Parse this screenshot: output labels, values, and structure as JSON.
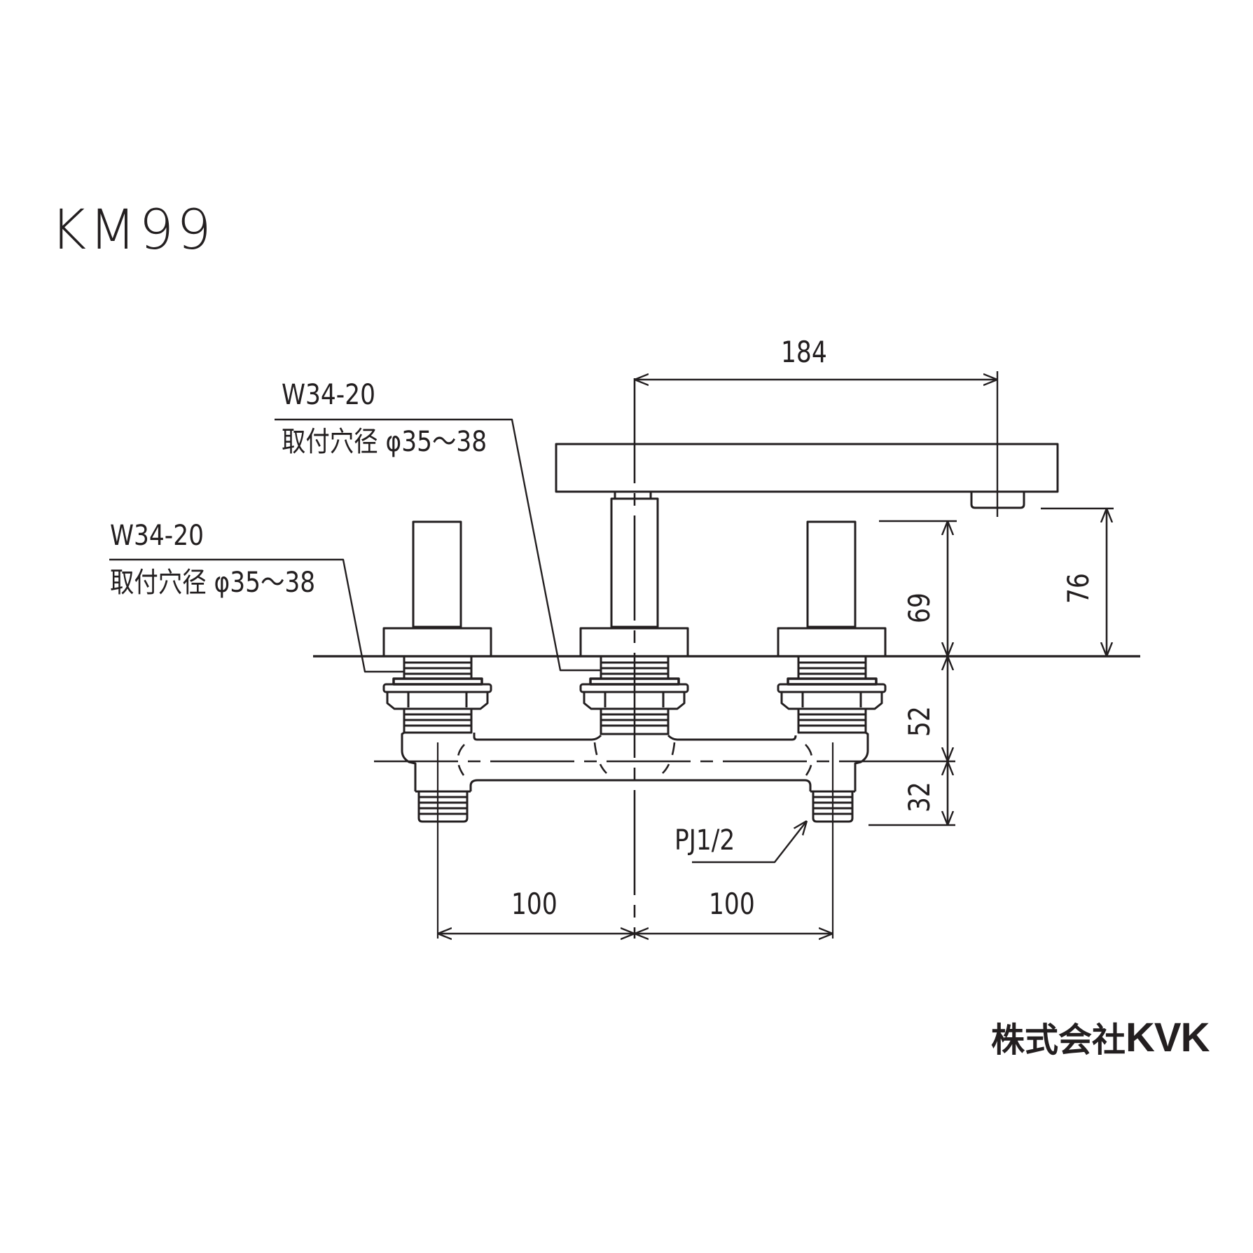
{
  "title": "KM99",
  "labels": {
    "upper_connection": {
      "thread": "W34-20",
      "hole": "取付穴径 φ35～38"
    },
    "left_connection": {
      "thread": "W34-20",
      "hole": "取付穴径 φ35～38"
    },
    "inlet_thread": "PJ1/2"
  },
  "dimensions": {
    "spout_reach": "184",
    "handle_height": "69",
    "spout_height": "76",
    "body_depth": "52",
    "inlet_length": "32",
    "left_pitch": "100",
    "right_pitch": "100"
  },
  "company": {
    "prefix": "株式会社",
    "brand": "KVK"
  },
  "colors": {
    "line": "#231f20",
    "background": "#ffffff"
  }
}
